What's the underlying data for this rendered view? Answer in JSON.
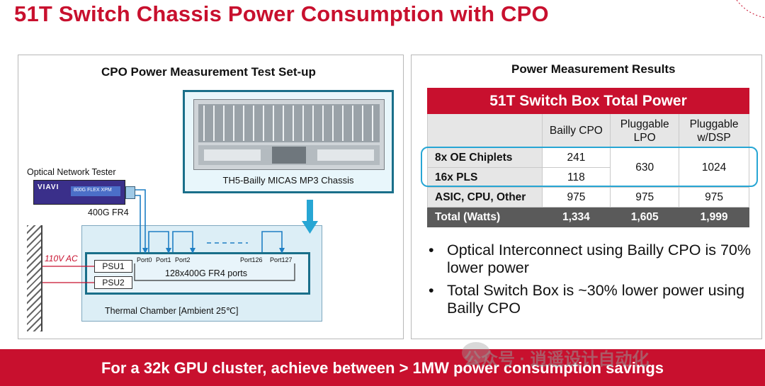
{
  "title": "51T Switch Chassis Power Consumption with CPO",
  "left_panel": {
    "heading": "CPO Power Measurement Test Set-up",
    "chassis_label": "TH5-Bailly MICAS MP3 Chassis",
    "tester_label": "Optical Network Tester",
    "tester_brand": "VIAVI",
    "tester_card_text": "800G FLEX XPM",
    "module_label": "400G FR4",
    "ac_label": "110V AC",
    "psu1": "PSU1",
    "psu2": "PSU2",
    "ports": [
      "Port0",
      "Port1",
      "Port2",
      "Port126",
      "Port127"
    ],
    "ports_desc": "128x400G FR4 ports",
    "chamber_label": "Thermal Chamber [Ambient 25℃]"
  },
  "right_panel": {
    "heading": "Power Measurement Results",
    "table": {
      "header": "51T Switch Box Total Power",
      "columns": [
        "Bailly CPO",
        "Pluggable LPO",
        "Pluggable w/DSP"
      ],
      "rows": [
        {
          "label": "8x OE Chiplets",
          "values": [
            "241",
            "630",
            "1024"
          ]
        },
        {
          "label": "16x PLS",
          "values": [
            "118"
          ]
        },
        {
          "label": "ASIC, CPU, Other",
          "values": [
            "975",
            "975",
            "975"
          ]
        },
        {
          "label": "Total (Watts)",
          "values": [
            "1,334",
            "1,605",
            "1,999"
          ]
        }
      ]
    },
    "bullets": [
      "Optical Interconnect using Bailly CPO is 70% lower power",
      "Total Switch Box is ~30% lower power using Bailly CPO"
    ]
  },
  "banner": "For a 32k GPU cluster, achieve between > 1MW power consumption savings",
  "watermark": "公众号 · 逍遥设计自动化",
  "colors": {
    "brand_red": "#c8102e",
    "accent_blue": "#27a6d4",
    "frame_teal": "#1a6f8a"
  }
}
